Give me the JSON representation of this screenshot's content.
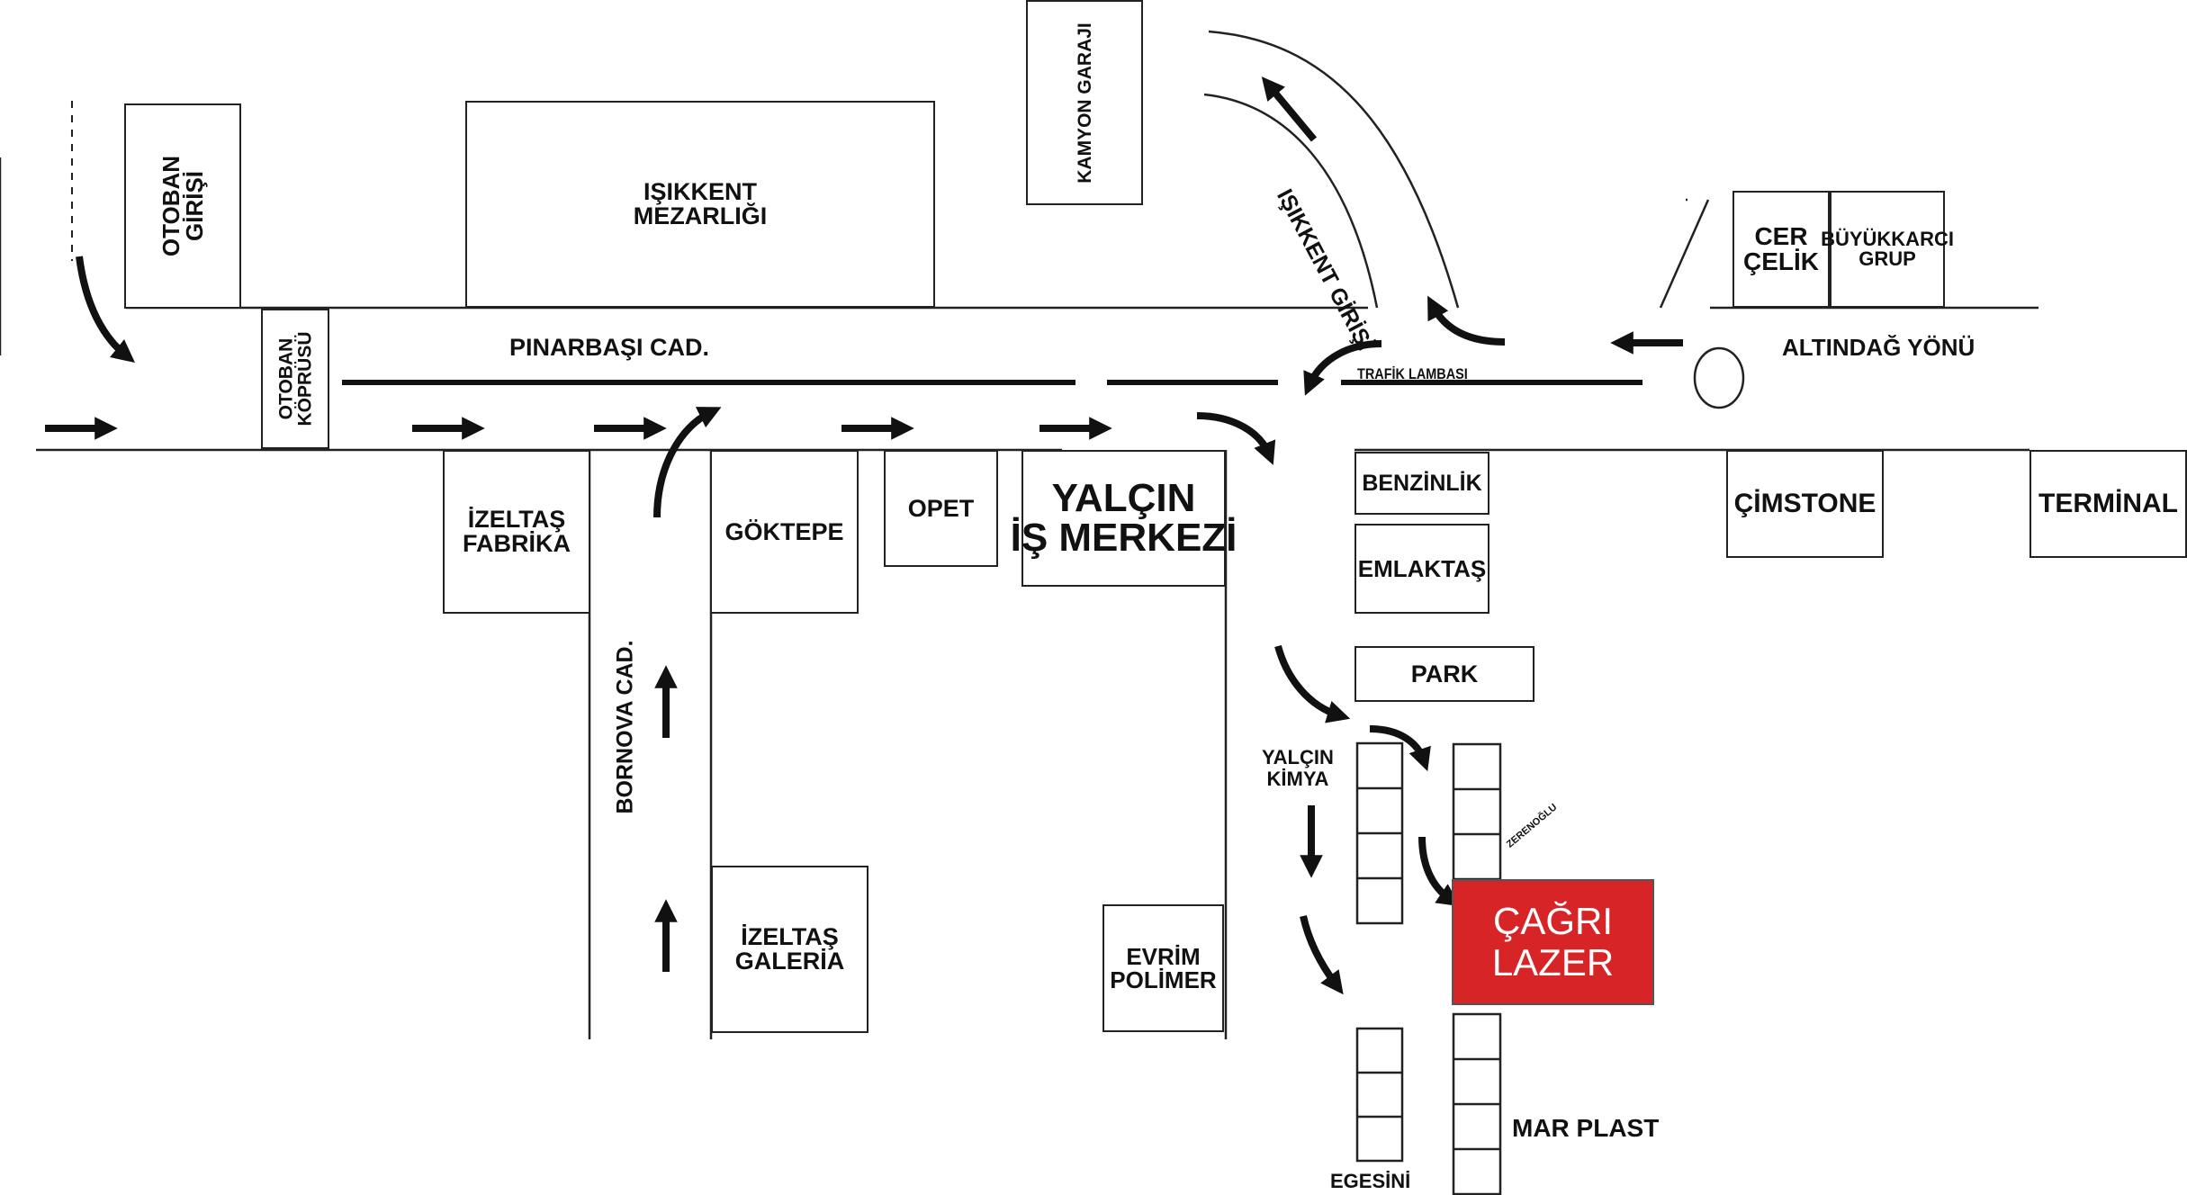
{
  "map": {
    "places": {
      "otoban_girisi": "OTOBAN\nGİRİŞİ",
      "otoban_koprusu": "OTOBAN\nKÖPRÜSÜ",
      "isikkent_mezarligi": "IŞIKKENT\nMEZARLIĞI",
      "kamyon_garaji": "KAMYON GARAJI",
      "cer_celik": "CER\nÇELİK",
      "buyukkarci_grup": "BÜYÜKKARCI\nGRUP",
      "izeltas_fabrika": "İZELTAŞ\nFABRİKA",
      "goktepe": "GÖKTEPE",
      "opet": "OPET",
      "yalcin_is_merkezi": "YALÇIN\nİŞ MERKEZİ",
      "benzinlik": "BENZİNLİK",
      "emlaktas": "EMLAKTAŞ",
      "park": "PARK",
      "cimstone": "ÇİMSTONE",
      "terminal": "TERMİNAL",
      "izeltas_galeria": "İZELTAŞ\nGALERİA",
      "evrim_polimer": "EVRİM\nPOLİMER",
      "cagri_lazer": "ÇAĞRI\nLAZER",
      "mar_plast": "MAR PLAST",
      "yalcin_kimya": "YALÇIN\nKİMYA",
      "egesini": "EGESİNİ",
      "zeren": "ZERENOĞLU"
    },
    "streets": {
      "pinarbasi": "PINARBAŞI CAD.",
      "bornova": "BORNOVA CAD.",
      "isikkent_girisi": "IŞIKKENT GİRİŞİ",
      "altindag": "ALTINDAĞ YÖNÜ",
      "trafik_lambasi": "TRAFİK LAMBASI"
    },
    "colors": {
      "highlight": "#d62427",
      "ink": "#111111"
    }
  }
}
